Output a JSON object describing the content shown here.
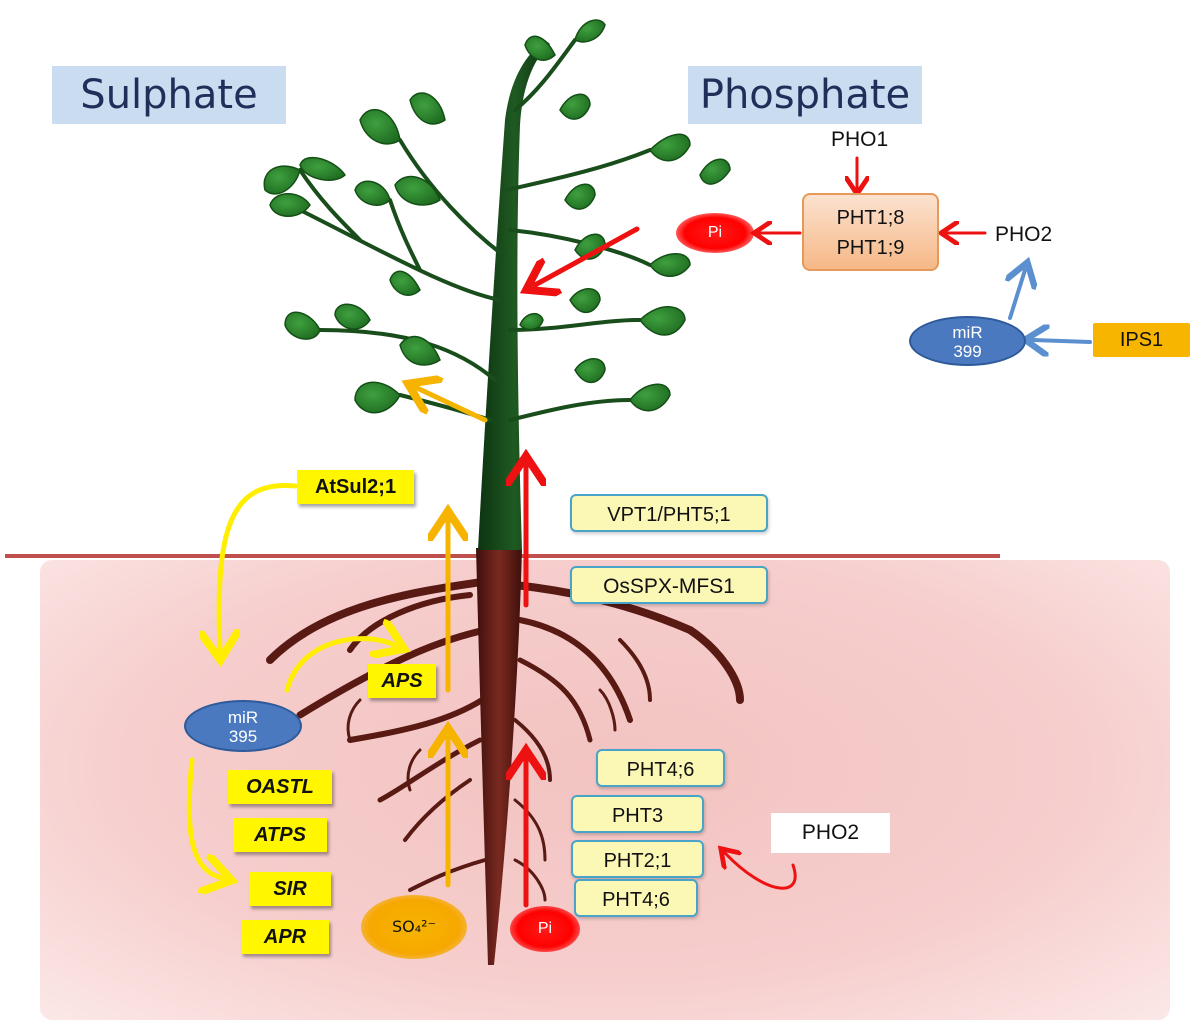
{
  "titles": {
    "left": "Sulphate",
    "right": "Phosphate"
  },
  "shoot": {
    "pho1": "PHO1",
    "pht1_box": {
      "line1": "PHT1;8",
      "line2": "PHT1;9"
    },
    "pho2": "PHO2",
    "pi_leaf": "Pi",
    "mir399": {
      "line1": "miR",
      "line2": "399"
    },
    "ips1": "IPS1"
  },
  "sulphate": {
    "atsul": "AtSul2;1",
    "mir395": {
      "line1": "miR",
      "line2": "395"
    },
    "aps": "APS",
    "oastl": "OASTL",
    "atps": "ATPS",
    "sir": "SIR",
    "apr": "APR",
    "so4": "SO₄²⁻"
  },
  "phosphate": {
    "vpt": "VPT1/PHT5;1",
    "osspx": "OsSPX-MFS1",
    "pht46_top": "PHT4;6",
    "pht3": "PHT3",
    "pht21": "PHT2;1",
    "pht46_bottom": "PHT4;6",
    "pho2_soil": "PHO2",
    "pi_root": "Pi"
  },
  "colors": {
    "sulphate_arrow": "#ffee00",
    "transport_arrow": "#f6b400",
    "phosphate_arrow": "#ee1111",
    "mir_arrow": "#5b8fd0",
    "soil": "#f7d1d0",
    "ground_line": "#c0504d",
    "leaf": "#1f7a22",
    "stem": "#0f3d12",
    "root": "#5a1a14"
  }
}
